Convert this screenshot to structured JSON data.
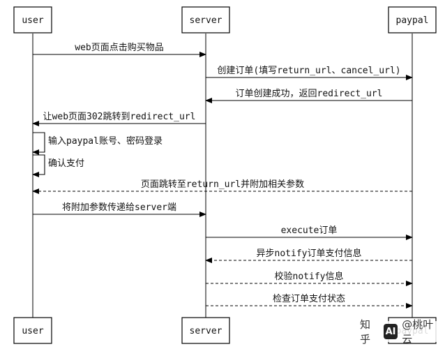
{
  "participants": [
    {
      "id": "user",
      "label": "user"
    },
    {
      "id": "server",
      "label": "server"
    },
    {
      "id": "paypal",
      "label": "paypal"
    }
  ],
  "messages": [
    {
      "from": "user",
      "to": "server",
      "label": "web页面点击购买物品",
      "style": "solid"
    },
    {
      "from": "server",
      "to": "paypal",
      "label": "创建订单(填写return_url、cancel_url)",
      "style": "solid"
    },
    {
      "from": "paypal",
      "to": "server",
      "label": "订单创建成功，返回redirect_url",
      "style": "solid"
    },
    {
      "from": "server",
      "to": "user",
      "label": "让web页面302跳转到redirect_url",
      "style": "solid"
    },
    {
      "from": "user",
      "to": "user",
      "label": "输入paypal账号、密码登录",
      "style": "solid"
    },
    {
      "from": "user",
      "to": "user",
      "label": "确认支付",
      "style": "solid"
    },
    {
      "from": "paypal",
      "to": "user",
      "label": "页面跳转至return_url并附加相关参数",
      "style": "dashed"
    },
    {
      "from": "user",
      "to": "server",
      "label": "将附加参数传递给server端",
      "style": "solid"
    },
    {
      "from": "server",
      "to": "paypal",
      "label": "execute订单",
      "style": "solid"
    },
    {
      "from": "paypal",
      "to": "server",
      "label": "异步notify订单支付信息",
      "style": "dashed"
    },
    {
      "from": "server",
      "to": "paypal",
      "label": "校验notify信息",
      "style": "dashed"
    },
    {
      "from": "server",
      "to": "paypal",
      "label": "检查订单支付状态",
      "style": "dashed"
    }
  ],
  "watermark": {
    "site": "知乎",
    "logo_text": "AI",
    "author": "@桃叶云"
  }
}
